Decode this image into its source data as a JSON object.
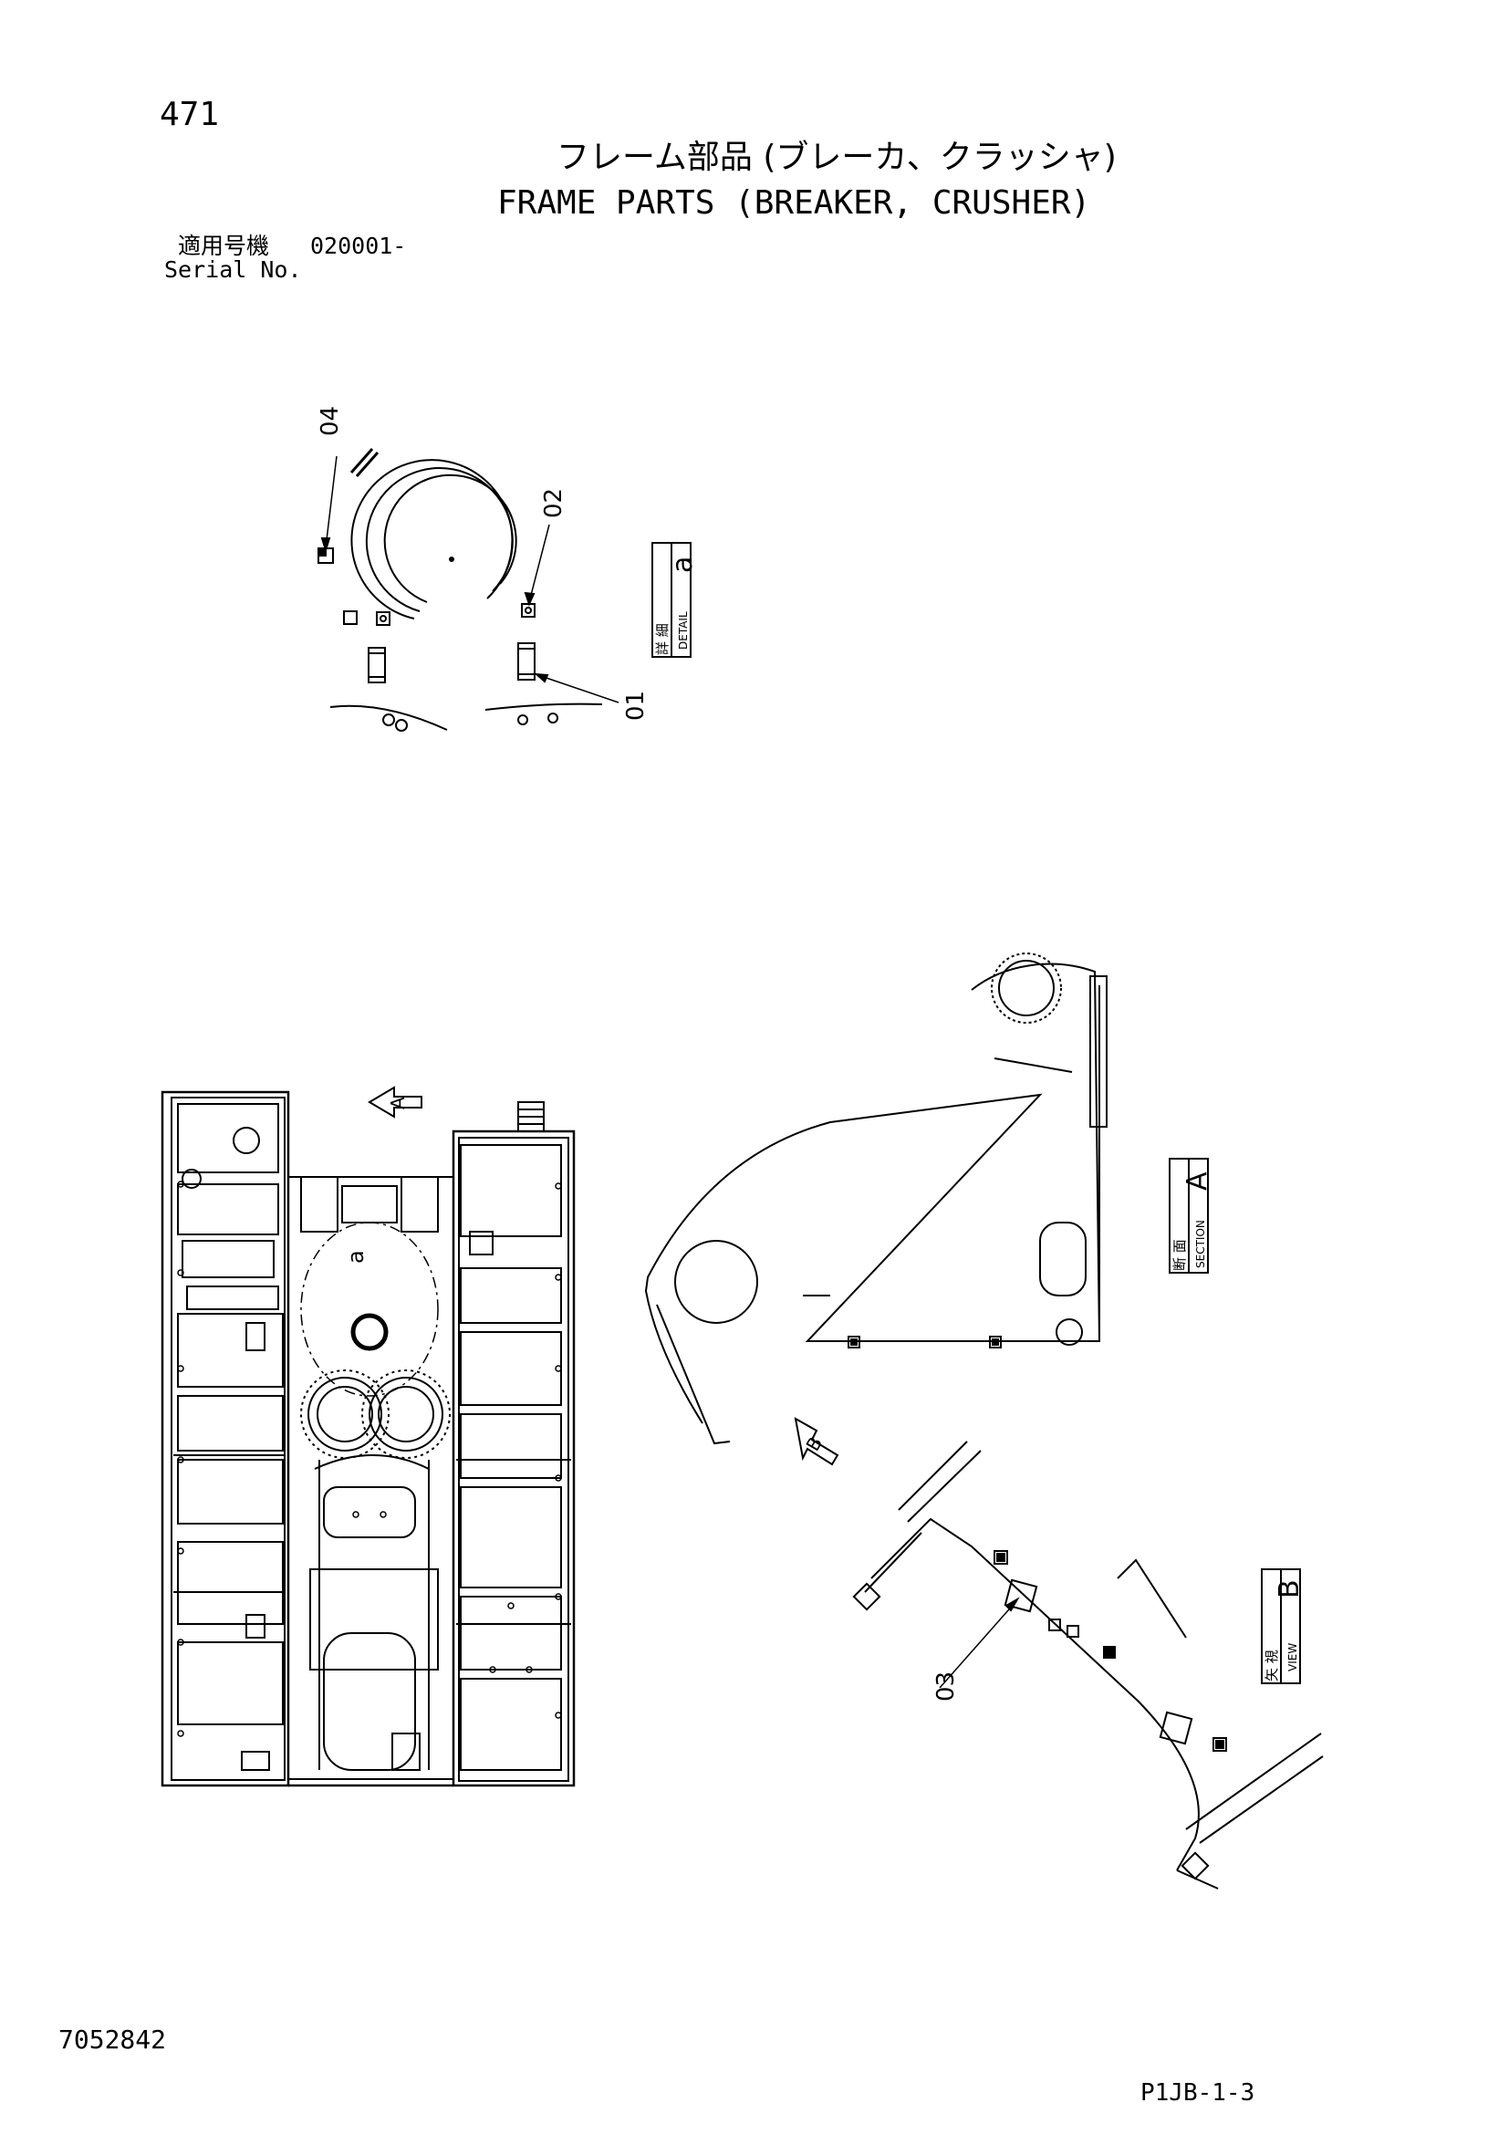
{
  "header": {
    "page_number": "471",
    "title_jp": "フレーム部品 (ブレーカ、クラッシャ)",
    "title_en": "FRAME PARTS (BREAKER, CRUSHER)",
    "serial_label_jp": "適用号機",
    "serial_value": "020001-",
    "serial_label_en": "Serial No."
  },
  "callouts": {
    "c01": "01",
    "c02": "02",
    "c03": "03",
    "c04": "04"
  },
  "boxes": {
    "detail": {
      "jp": "詳 細",
      "en": "DETAIL",
      "letter": "a"
    },
    "section": {
      "jp": "断 面",
      "en": "SECTION",
      "letter": "A"
    },
    "view": {
      "jp": "矢 視",
      "en": "VIEW",
      "letter": "B"
    }
  },
  "markers": {
    "arrow_a": "A",
    "arrow_b": "B",
    "circle_a": "a"
  },
  "footer": {
    "doc_number": "7052842",
    "page_code": "P1JB-1-3"
  }
}
